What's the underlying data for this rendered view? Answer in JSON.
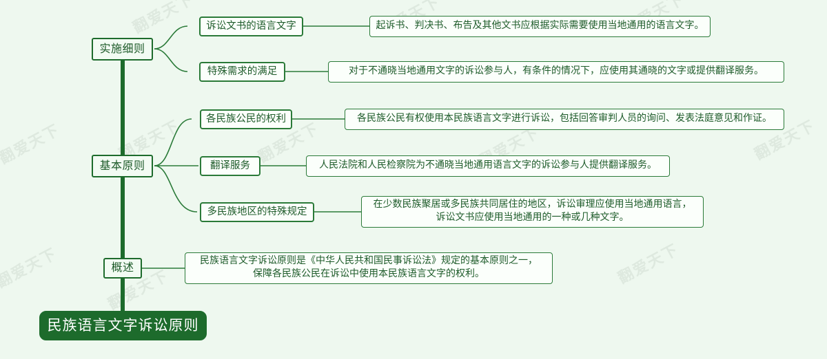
{
  "meta": {
    "background_color": "#eef8ef",
    "accent_color": "#1d6b2c",
    "node_border_color": "#2a7a38",
    "text_color": "#1e5b2a",
    "root_text_color": "#ffffff",
    "watermark_text": "翻爱天下"
  },
  "root": {
    "label": "民族语言文字诉讼原则"
  },
  "branches": [
    {
      "label": "实施细则",
      "children": [
        {
          "label": "诉讼文书的语言文字",
          "detail": "起诉书、判决书、布告及其他文书应根据实际需要使用当地通用的语言文字。"
        },
        {
          "label": "特殊需求的满足",
          "detail": "对于不通晓当地通用文字的诉讼参与人，有条件的情况下，应使用其通晓的文字或提供翻译服务。"
        }
      ]
    },
    {
      "label": "基本原则",
      "children": [
        {
          "label": "各民族公民的权利",
          "detail": "各民族公民有权使用本民族语言文字进行诉讼，包括回答审判人员的询问、发表法庭意见和作证。"
        },
        {
          "label": "翻译服务",
          "detail": "人民法院和人民检察院为不通晓当地通用语言文字的诉讼参与人提供翻译服务。"
        },
        {
          "label": "多民族地区的特殊规定",
          "detail": "在少数民族聚居或多民族共同居住的地区，诉讼审理应使用当地通用语言，\n诉讼文书应使用当地通用的一种或几种文字。"
        }
      ]
    },
    {
      "label": "概述",
      "children": [
        {
          "label": "",
          "detail": "民族语言文字诉讼原则是《中华人民共和国民事诉讼法》规定的基本原则之一，\n保障各民族公民在诉讼中使用本民族语言文字的权利。"
        }
      ]
    }
  ]
}
